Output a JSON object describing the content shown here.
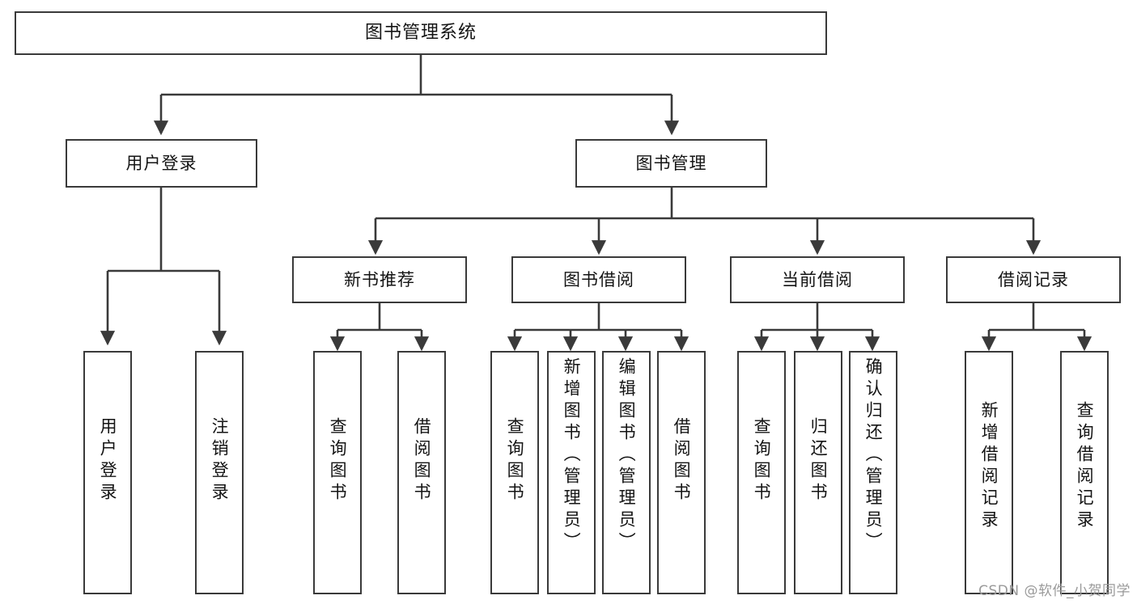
{
  "diagram": {
    "title": "图书管理系统",
    "watermark": "CSDN @软件_小贺同学",
    "stroke_color": "#3a3a3a",
    "text_color": "#141414",
    "background": "#ffffff"
  },
  "nodes": {
    "root": {
      "label": "图书管理系统"
    },
    "level2": [
      {
        "label": "用户登录"
      },
      {
        "label": "图书管理"
      }
    ],
    "level3": [
      {
        "label": "新书推荐"
      },
      {
        "label": "图书借阅"
      },
      {
        "label": "当前借阅"
      },
      {
        "label": "借阅记录"
      }
    ],
    "leaves": {
      "user_login": [
        {
          "label": "用户登录"
        },
        {
          "label": "注销登录"
        }
      ],
      "new_book": [
        {
          "label": "查询图书"
        },
        {
          "label": "借阅图书"
        }
      ],
      "book_borrow": [
        {
          "label": "查询图书"
        },
        {
          "label": "新增图书（管理员）"
        },
        {
          "label": "编辑图书（管理员）"
        },
        {
          "label": "借阅图书"
        }
      ],
      "current_borrow": [
        {
          "label": "查询图书"
        },
        {
          "label": "归还图书"
        },
        {
          "label": "确认归还（管理员）"
        }
      ],
      "borrow_record": [
        {
          "label": "新增借阅记录"
        },
        {
          "label": "查询借阅记录"
        }
      ]
    }
  }
}
